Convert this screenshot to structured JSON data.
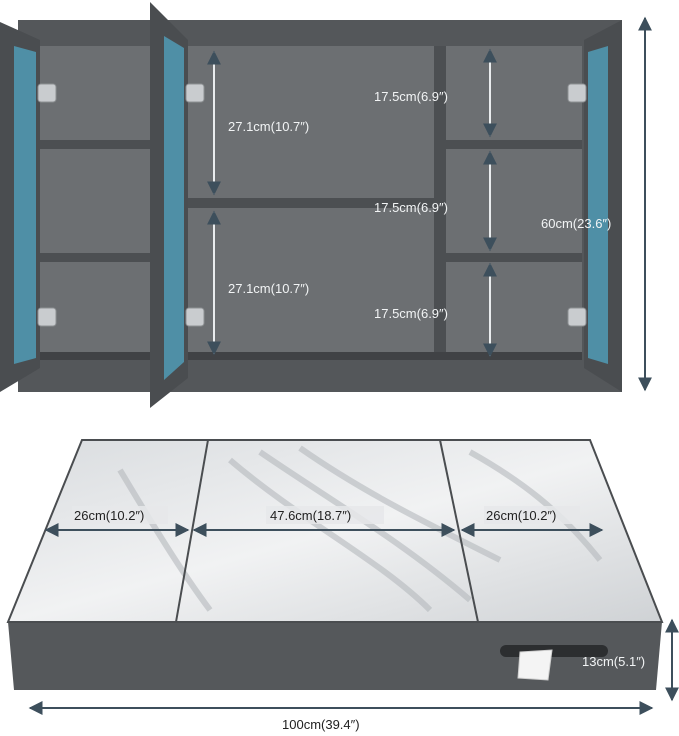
{
  "front_view": {
    "left_upper_height": "27.1cm(10.7″)",
    "left_lower_height": "27.1cm(10.7″)",
    "right_shelf_top": "17.5cm(6.9″)",
    "right_shelf_middle": "17.5cm(6.9″)",
    "right_shelf_bottom": "17.5cm(6.9″)",
    "total_height": "60cm(23.6″)"
  },
  "bottom_view": {
    "left_section_width": "26cm(10.2″)",
    "middle_section_width": "47.6cm(18.7″)",
    "right_section_width": "26cm(10.2″)",
    "depth": "13cm(5.1″)",
    "total_width": "100cm(39.4″)"
  },
  "colors": {
    "cabinet": "#5a5d60",
    "cabinet_dark": "#3e4043",
    "interior": "#686b6e",
    "door_glass": "#4f8fa6",
    "mirror": "#e4e6e8",
    "dimension_line": "#3d4f5c"
  }
}
